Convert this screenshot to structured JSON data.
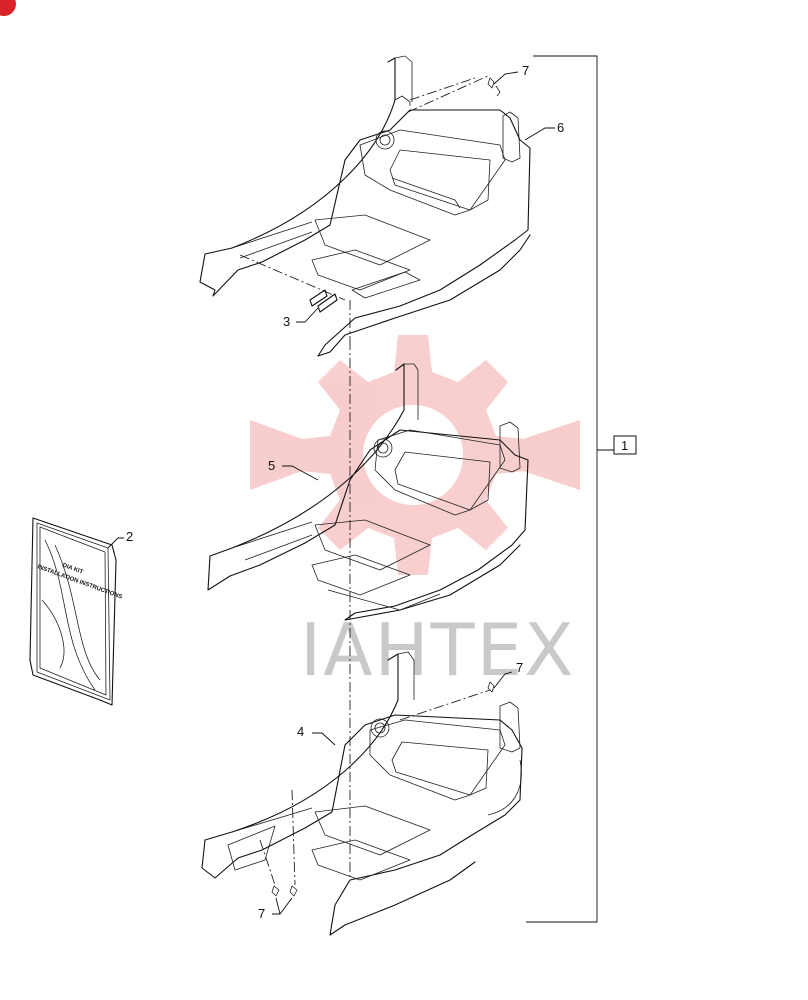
{
  "diagram": {
    "callouts": [
      {
        "id": "c1",
        "label": "1"
      },
      {
        "id": "c2",
        "label": "2"
      },
      {
        "id": "c3",
        "label": "3"
      },
      {
        "id": "c4",
        "label": "4"
      },
      {
        "id": "c5",
        "label": "5"
      },
      {
        "id": "c6",
        "label": "6"
      },
      {
        "id": "c7a",
        "label": "7"
      },
      {
        "id": "c7b",
        "label": "7"
      },
      {
        "id": "c7c",
        "label": "7"
      }
    ],
    "booklet": {
      "line1": "DIA KIT",
      "line2": "INSTALLATION INSTRUCTIONS"
    },
    "watermark": {
      "text": "IAHTEX",
      "color": "#f2a0a0"
    },
    "corner_badge": {
      "color": "#d8232a"
    }
  }
}
